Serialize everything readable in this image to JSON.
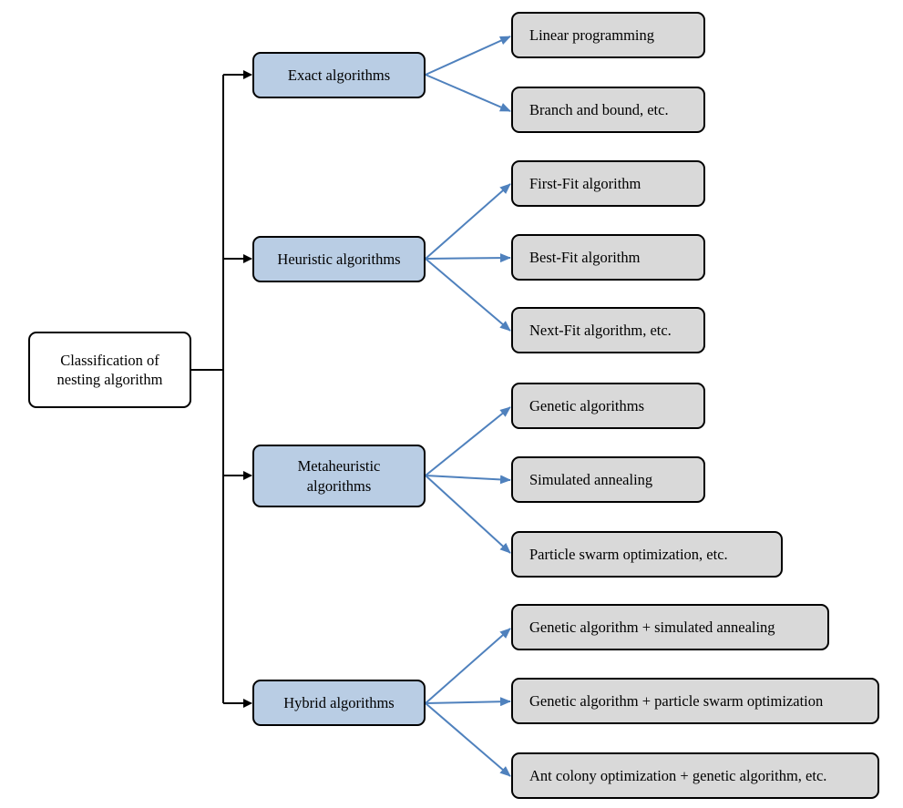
{
  "root": {
    "label": "Classification of nesting algorithm"
  },
  "categories": [
    {
      "label": "Exact algorithms",
      "items": [
        "Linear programming",
        "Branch and bound, etc."
      ]
    },
    {
      "label": "Heuristic algorithms",
      "items": [
        "First-Fit algorithm",
        "Best-Fit algorithm",
        "Next-Fit algorithm, etc."
      ]
    },
    {
      "label": "Metaheuristic algorithms",
      "items": [
        "Genetic algorithms",
        "Simulated annealing",
        "Particle swarm optimization, etc."
      ]
    },
    {
      "label": "Hybrid algorithms",
      "items": [
        "Genetic algorithm + simulated annealing",
        "Genetic algorithm + particle swarm optimization",
        "Ant colony optimization + genetic algorithm, etc."
      ]
    }
  ],
  "colors": {
    "category_fill": "#b9cde4",
    "leaf_fill": "#d9d9d9",
    "branch_arrow": "#4f81bd",
    "root_connector": "#000000"
  }
}
